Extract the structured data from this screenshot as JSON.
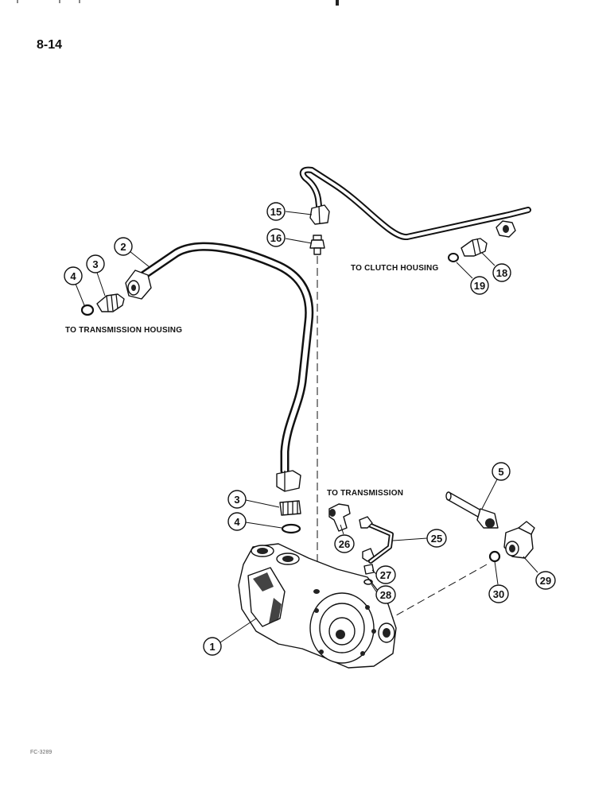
{
  "page_number": "8-14",
  "figure_code": "FC-3289",
  "captions": {
    "transmission_housing": "TO TRANSMISSION HOUSING",
    "clutch_housing": "TO CLUTCH HOUSING",
    "transmission": "TO TRANSMISSION"
  },
  "callouts": {
    "c15": "15",
    "c16": "16",
    "c2": "2",
    "c3_top": "3",
    "c4_top": "4",
    "c18": "18",
    "c19": "19",
    "c5": "5",
    "c3_mid": "3",
    "c4_mid": "4",
    "c25": "25",
    "c26": "26",
    "c27": "27",
    "c28": "28",
    "c29": "29",
    "c30": "30",
    "c1": "1"
  }
}
